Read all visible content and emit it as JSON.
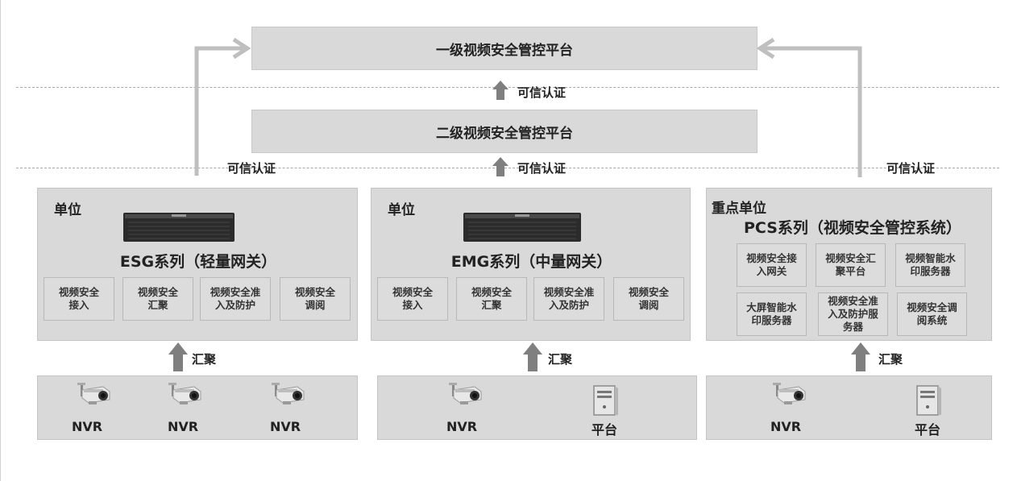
{
  "top_platform": "一级视频安全管控平台",
  "mid_platform": "二级视频安全管控平台",
  "labels": {
    "trusted_auth_1": "可信认证",
    "trusted_auth_2": "可信认证",
    "trusted_auth_left": "可信认证",
    "trusted_auth_right": "可信认证",
    "aggregate_1": "汇聚",
    "aggregate_2": "汇聚",
    "aggregate_3": "汇聚"
  },
  "units": [
    {
      "title": "单位",
      "series": "ESG系列（轻量网关）",
      "functions": [
        "视频安全\n接入",
        "视频安全\n汇聚",
        "视频安全准\n入及防护",
        "视频安全\n调阅"
      ]
    },
    {
      "title": "单位",
      "series": "EMG系列（中量网关）",
      "functions": [
        "视频安全\n接入",
        "视频安全\n汇聚",
        "视频安全准\n入及防护",
        "视频安全\n调阅"
      ]
    },
    {
      "title": "重点单位",
      "series": "PCS系列（视频安全管控系统）",
      "functions": [
        "视频安全接\n入网关",
        "视频安全汇\n聚平台",
        "视频智能水\n印服务器",
        "大屏智能水\n印服务器",
        "视频安全准\n入及防护服\n务器",
        "视频安全调\n阅系统"
      ]
    }
  ],
  "devices": [
    {
      "items": [
        "NVR",
        "NVR",
        "NVR"
      ],
      "icons": [
        "camera-icon",
        "camera-icon",
        "camera-icon"
      ]
    },
    {
      "items": [
        "NVR",
        "平台"
      ],
      "icons": [
        "camera-icon",
        "server-tower-icon"
      ]
    },
    {
      "items": [
        "NVR",
        "平台"
      ],
      "icons": [
        "camera-icon",
        "server-tower-icon"
      ]
    }
  ],
  "colors": {
    "panel": "#d9d9d9",
    "arrow_dark": "#7f7f7f",
    "arrow_light": "#bfbfbf"
  }
}
